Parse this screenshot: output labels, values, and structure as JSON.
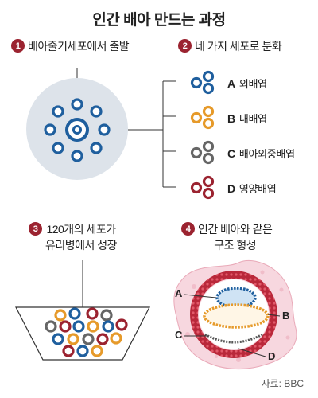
{
  "title": "인간 배아 만드는 과정",
  "steps": [
    {
      "num": "1",
      "text": "배아줄기세포에서 출발"
    },
    {
      "num": "2",
      "text": "네 가지 세포로 분화"
    },
    {
      "num": "3",
      "text_line1": "120개의 세포가",
      "text_line2": "유리병에서 성장"
    },
    {
      "num": "4",
      "text_line1": "인간 배아와 같은",
      "text_line2": "구조 형성"
    }
  ],
  "cell_types": [
    {
      "letter": "A",
      "name": "외배엽",
      "color": "#1f5f9e"
    },
    {
      "letter": "B",
      "name": "내배엽",
      "color": "#e69a2a"
    },
    {
      "letter": "C",
      "name": "배아외중배엽",
      "color": "#666666"
    },
    {
      "letter": "D",
      "name": "영양배엽",
      "color": "#9b2330"
    }
  ],
  "structure_labels": {
    "a": "A",
    "b": "B",
    "c": "C",
    "d": "D"
  },
  "source": "자료: BBC"
}
